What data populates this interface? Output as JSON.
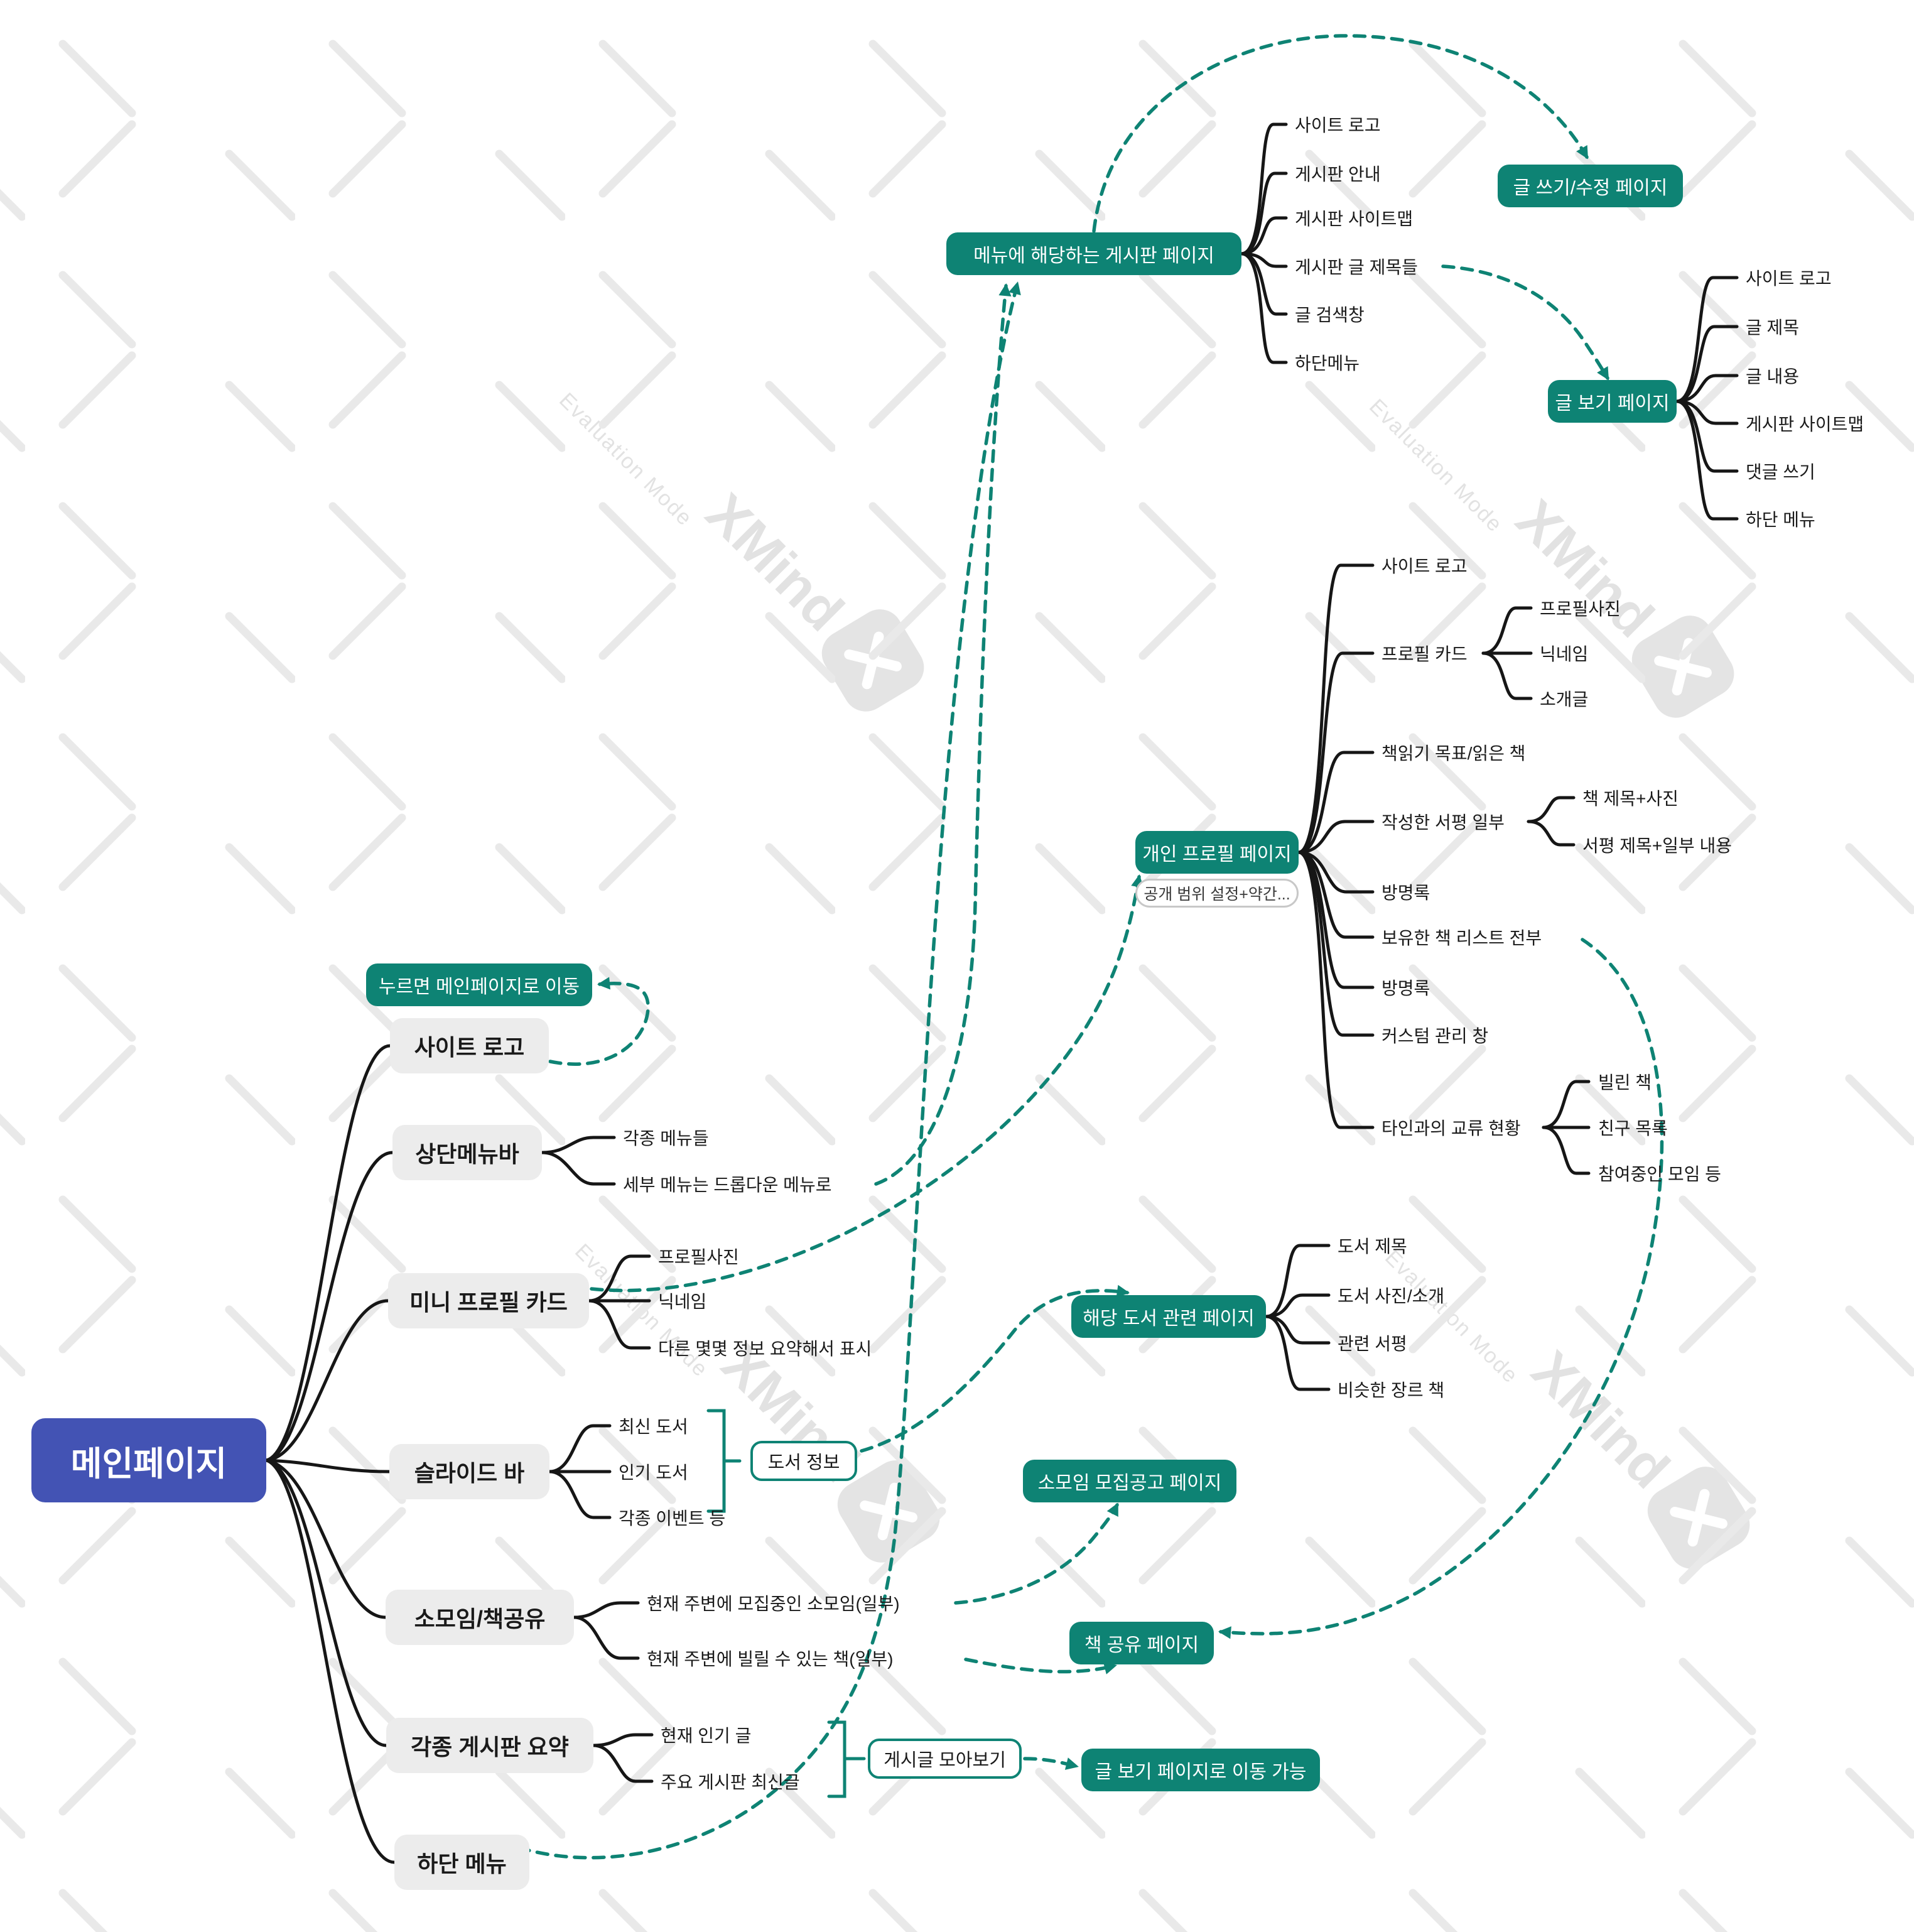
{
  "app": {
    "watermark_brand": "XMind",
    "watermark_mode": "Evaluation Mode"
  },
  "colors": {
    "accent_teal": "#0e8374",
    "root_blue": "#4353b4",
    "topic_gray": "#ececec",
    "line_black": "#161616",
    "text": "#1a1a1a"
  },
  "root": {
    "label": "메인페이지"
  },
  "topics": {
    "site_logo": {
      "label": "사이트 로고"
    },
    "top_menu_bar": {
      "label": "상단메뉴바",
      "children": {
        "menus": "각종 메뉴들",
        "dropdown": "세부 메뉴는 드롭다운 메뉴로"
      }
    },
    "mini_profile_card": {
      "label": "미니 프로필 카드",
      "children": {
        "photo": "프로필사진",
        "nickname": "닉네임",
        "info_summary": "다른 몇몇 정보 요약해서 표시"
      }
    },
    "slide_bar": {
      "label": "슬라이드 바",
      "children": {
        "new_books": "최신 도서",
        "popular_books": "인기 도서",
        "events": "각종 이벤트 등"
      },
      "summary": "도서 정보"
    },
    "group_book_share": {
      "label": "소모임/책공유",
      "children": {
        "groups_nearby": "현재 주변에 모집중인 소모임(일부)",
        "books_nearby": "현재 주변에 빌릴 수 있는 책(일부)"
      }
    },
    "board_digest": {
      "label": "각종 게시판 요약",
      "children": {
        "popular_posts": "현재 인기 글",
        "latest_posts": "주요 게시판 최신글"
      },
      "summary": "게시글 모아보기"
    },
    "bottom_menu": {
      "label": "하단 메뉴"
    }
  },
  "pages": {
    "board_page": {
      "label": "메뉴에 해당하는 게시판 페이지",
      "children": {
        "site_logo": "사이트 로고",
        "guide": "게시판 안내",
        "sitemap": "게시판 사이트맵",
        "post_titles": "게시판 글 제목들",
        "search": "글 검색창",
        "bottom_menu": "하단메뉴"
      }
    },
    "write_page": {
      "label": "글 쓰기/수정 페이지"
    },
    "view_page": {
      "label": "글 보기 페이지",
      "children": {
        "site_logo": "사이트 로고",
        "title": "글 제목",
        "content": "글 내용",
        "sitemap": "게시판 사이트맵",
        "comment": "댓글 쓰기",
        "bottom_menu": "하단 메뉴"
      }
    },
    "profile_page": {
      "label": "개인 프로필 페이지",
      "note": "공개 범위 설정+약간...",
      "children": {
        "site_logo": "사이트 로고",
        "profile_card": {
          "label": "프로필 카드",
          "children": {
            "photo": "프로필사진",
            "nickname": "닉네임",
            "intro": "소개글"
          }
        },
        "reading_goal": "책읽기 목표/읽은 책",
        "my_reviews": {
          "label": "작성한 서평 일부",
          "children": {
            "book": "책 제목+사진",
            "review": "서평 제목+일부 내용"
          }
        },
        "guestbook_1": "방명록",
        "owned_books": "보유한 책 리스트 전부",
        "guestbook_2": "방명록",
        "custom_panel": "커스텀 관리 창",
        "exchange": {
          "label": "타인과의 교류 현황",
          "children": {
            "borrowed": "빌린 책",
            "friends": "친구 목록",
            "joined": "참여중인 모임 등"
          }
        }
      }
    },
    "book_page": {
      "label": "해당 도서 관련 페이지",
      "children": {
        "title": "도서 제목",
        "photo_intro": "도서 사진/소개",
        "reviews": "관련 서평",
        "similar": "비슷한 장르 책"
      }
    },
    "recruit_page": {
      "label": "소모임 모집공고 페이지"
    },
    "share_page": {
      "label": "책 공유 페이지"
    },
    "goto_main": {
      "label": "누르면 메인페이지로 이동"
    },
    "goto_view": {
      "label": "글 보기 페이지로 이동 가능"
    }
  }
}
